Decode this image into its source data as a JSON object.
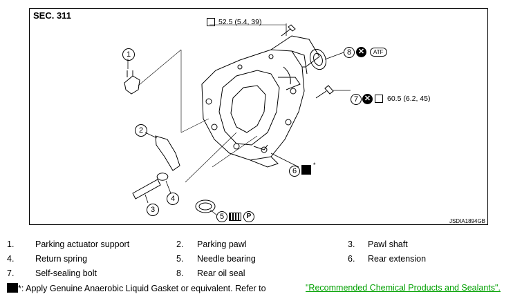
{
  "section_label": "SEC. 311",
  "diagram_code": "JSDIA1894GB",
  "torque": {
    "bolt_top": "52.5 (5.4, 39)",
    "bolt_side": "60.5 (6.2, 45)"
  },
  "callouts": {
    "c1": "1",
    "c2": "2",
    "c3": "3",
    "c4": "4",
    "c5": "5",
    "c6": "6",
    "c7": "7",
    "c8": "8"
  },
  "symbols": {
    "atf": "ATF",
    "petroleum_jelly": "P",
    "asterisk": "*"
  },
  "parts": [
    {
      "num": "1.",
      "name": "Parking actuator support"
    },
    {
      "num": "2.",
      "name": "Parking pawl"
    },
    {
      "num": "3.",
      "name": "Pawl shaft"
    },
    {
      "num": "4.",
      "name": "Return spring"
    },
    {
      "num": "5.",
      "name": "Needle bearing"
    },
    {
      "num": "6.",
      "name": "Rear extension"
    },
    {
      "num": "7.",
      "name": "Self-sealing bolt"
    },
    {
      "num": "8.",
      "name": "Rear oil seal"
    }
  ],
  "note": {
    "text": "*: Apply Genuine Anaerobic Liquid Gasket or equivalent. Refer to",
    "link": "\"Recommended Chemical Products and Sealants\"",
    "trailing": "."
  }
}
